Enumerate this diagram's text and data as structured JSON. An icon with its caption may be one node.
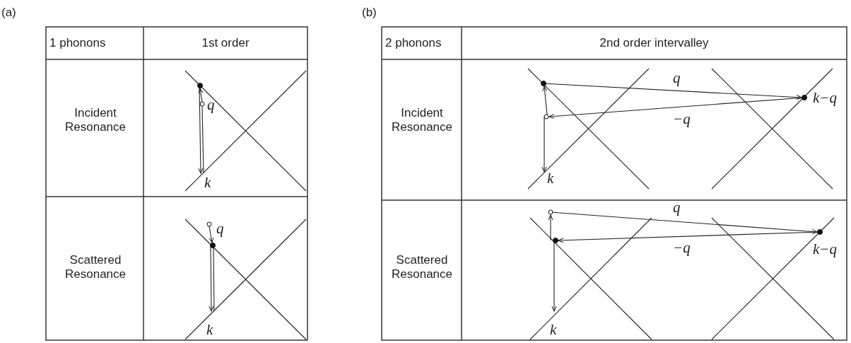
{
  "diagram": {
    "labels": [
      "(a)",
      "(b)",
      "1 phonons",
      "1st order",
      "Incident Resonance",
      "q",
      "k",
      "Scattered Resonance",
      "q",
      "k",
      "2 phonons",
      "2nd order intervalley",
      "Incident Resonance",
      "q",
      "k−q",
      "−q",
      "k",
      "Scattered Resonance",
      "q",
      "−q",
      "k−q",
      "k"
    ]
  }
}
